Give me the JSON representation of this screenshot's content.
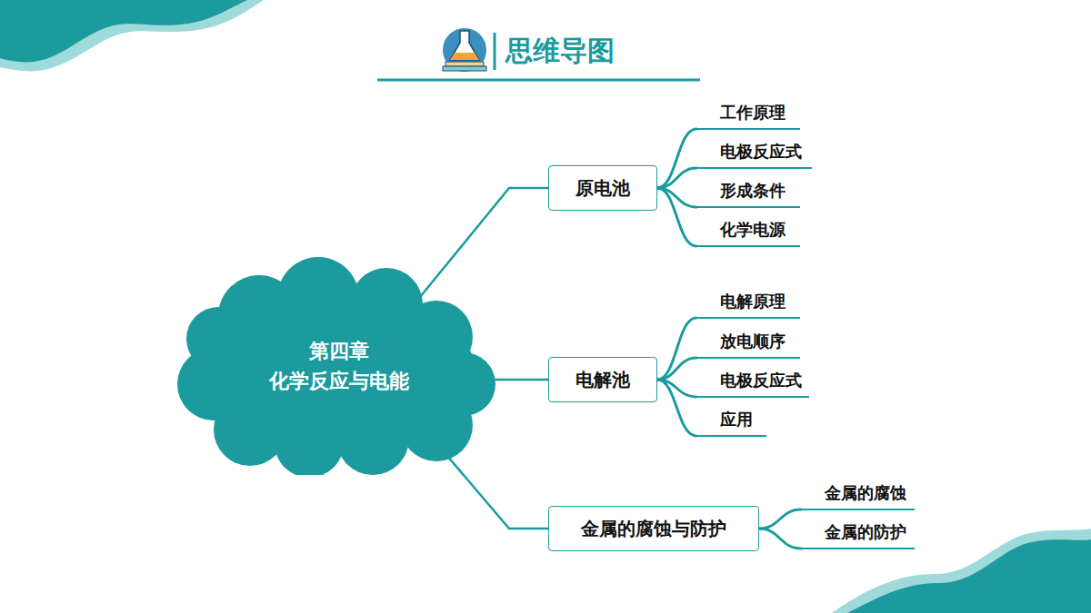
{
  "diagram": {
    "title": "思维导图",
    "nodes": [
      {
        "text": [
          "第四章 化学反应与电能"
        ]
      },
      {
        "text": [
          "原电池"
        ]
      },
      {
        "text": [
          "工作原理"
        ]
      },
      {
        "text": [
          "电极反应式"
        ]
      },
      {
        "text": [
          "形成条件"
        ]
      },
      {
        "text": [
          "化学电源"
        ]
      },
      {
        "text": [
          "电解池"
        ]
      },
      {
        "text": [
          "电解原理"
        ]
      },
      {
        "text": [
          "放电顺序"
        ]
      },
      {
        "text": [
          "电极反应式"
        ]
      },
      {
        "text": [
          "应用"
        ]
      },
      {
        "text": [
          "金属的腐蚀与防护"
        ]
      },
      {
        "text": [
          "金属的腐蚀"
        ]
      },
      {
        "text": [
          "金属的防护"
        ]
      }
    ],
    "edges": [
      {
        "from": 0,
        "to": 1,
        "arrow": "none"
      },
      {
        "from": 0,
        "to": 6,
        "arrow": "none"
      },
      {
        "from": 0,
        "to": 11,
        "arrow": "none"
      },
      {
        "from": 1,
        "to": 2,
        "arrow": "none"
      },
      {
        "from": 1,
        "to": 3,
        "arrow": "none"
      },
      {
        "from": 1,
        "to": 4,
        "arrow": "none"
      },
      {
        "from": 1,
        "to": 5,
        "arrow": "none"
      },
      {
        "from": 6,
        "to": 7,
        "arrow": "none"
      },
      {
        "from": 6,
        "to": 8,
        "arrow": "none"
      },
      {
        "from": 6,
        "to": 9,
        "arrow": "none"
      },
      {
        "from": 6,
        "to": 10,
        "arrow": "none"
      },
      {
        "from": 11,
        "to": 12,
        "arrow": "none"
      },
      {
        "from": 11,
        "to": 13,
        "arrow": "none"
      }
    ]
  }
}
